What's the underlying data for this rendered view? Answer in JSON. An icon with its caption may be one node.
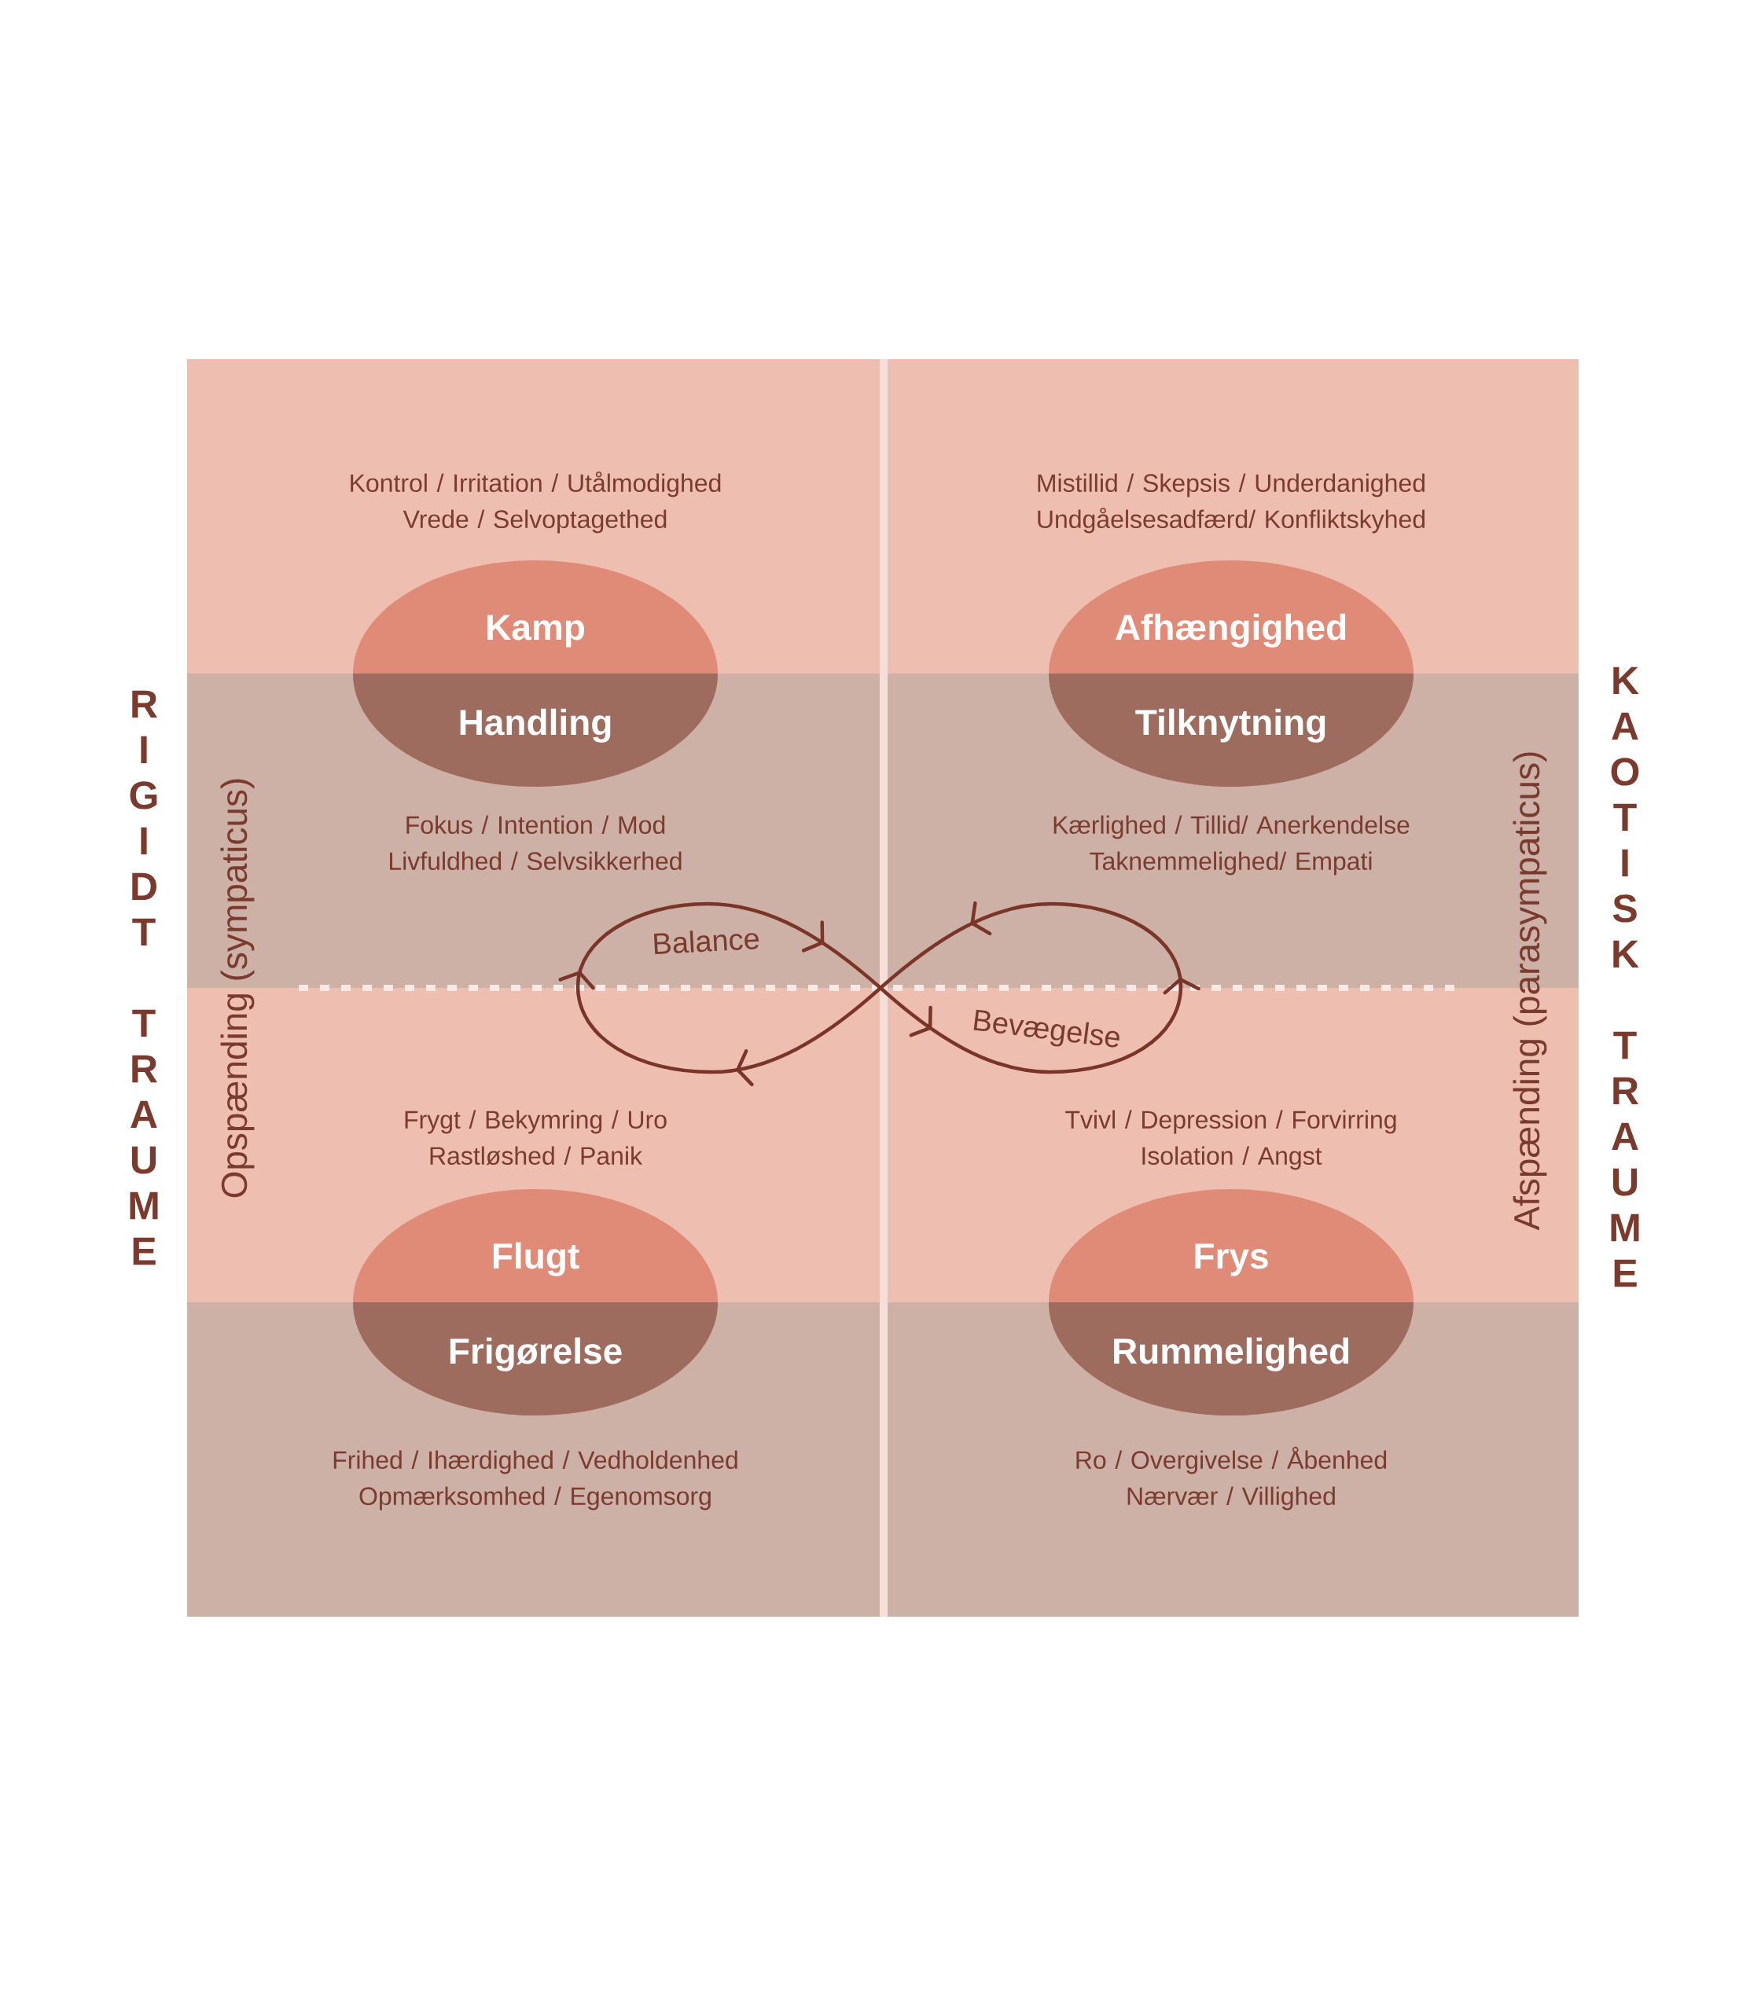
{
  "diagram": {
    "nodes": [
      {
        "text": [
          "Kontrol / Irritation / Utålmodighed Vrede / Selvoptagethed"
        ]
      },
      {
        "text": [
          "Mistillid / Skepsis / Underdanighed Undgåelsesadfærd/ Konfliktskyhed"
        ]
      },
      {
        "text": [
          "Kamp",
          "Handling"
        ]
      },
      {
        "text": [
          "Afhængighed",
          "Tilknytning"
        ]
      },
      {
        "text": [
          "Fokus / Intention / Mod Livfuldhed / Selvsikkerhed"
        ]
      },
      {
        "text": [
          "Kærlighed / Tillid/ Anerkendelse Taknemmelighed/ Empati"
        ]
      },
      {
        "text": [
          "Balance",
          "Bevægelse"
        ]
      },
      {
        "text": [
          "Frygt / Bekymring / Uro Rastløshed / Panik"
        ]
      },
      {
        "text": [
          "Tvivl / Depression / Forvirring Isolation / Angst"
        ]
      },
      {
        "text": [
          "Flugt",
          "Frigørelse"
        ]
      },
      {
        "text": [
          "Frys",
          "Rummelighed"
        ]
      },
      {
        "text": [
          "Frihed / Ihærdighed / Vedholdenhed Opmærksomhed / Egenomsorg"
        ]
      },
      {
        "text": [
          "Ro / Overgivelse / Åbenhed Nærvær / Villighed"
        ]
      }
    ],
    "labels": [
      "RIGIDT TRAUME",
      "Opspænding (sympaticus)",
      "Afspænding (parasympaticus)",
      "KAOTISK TRAUME"
    ]
  }
}
